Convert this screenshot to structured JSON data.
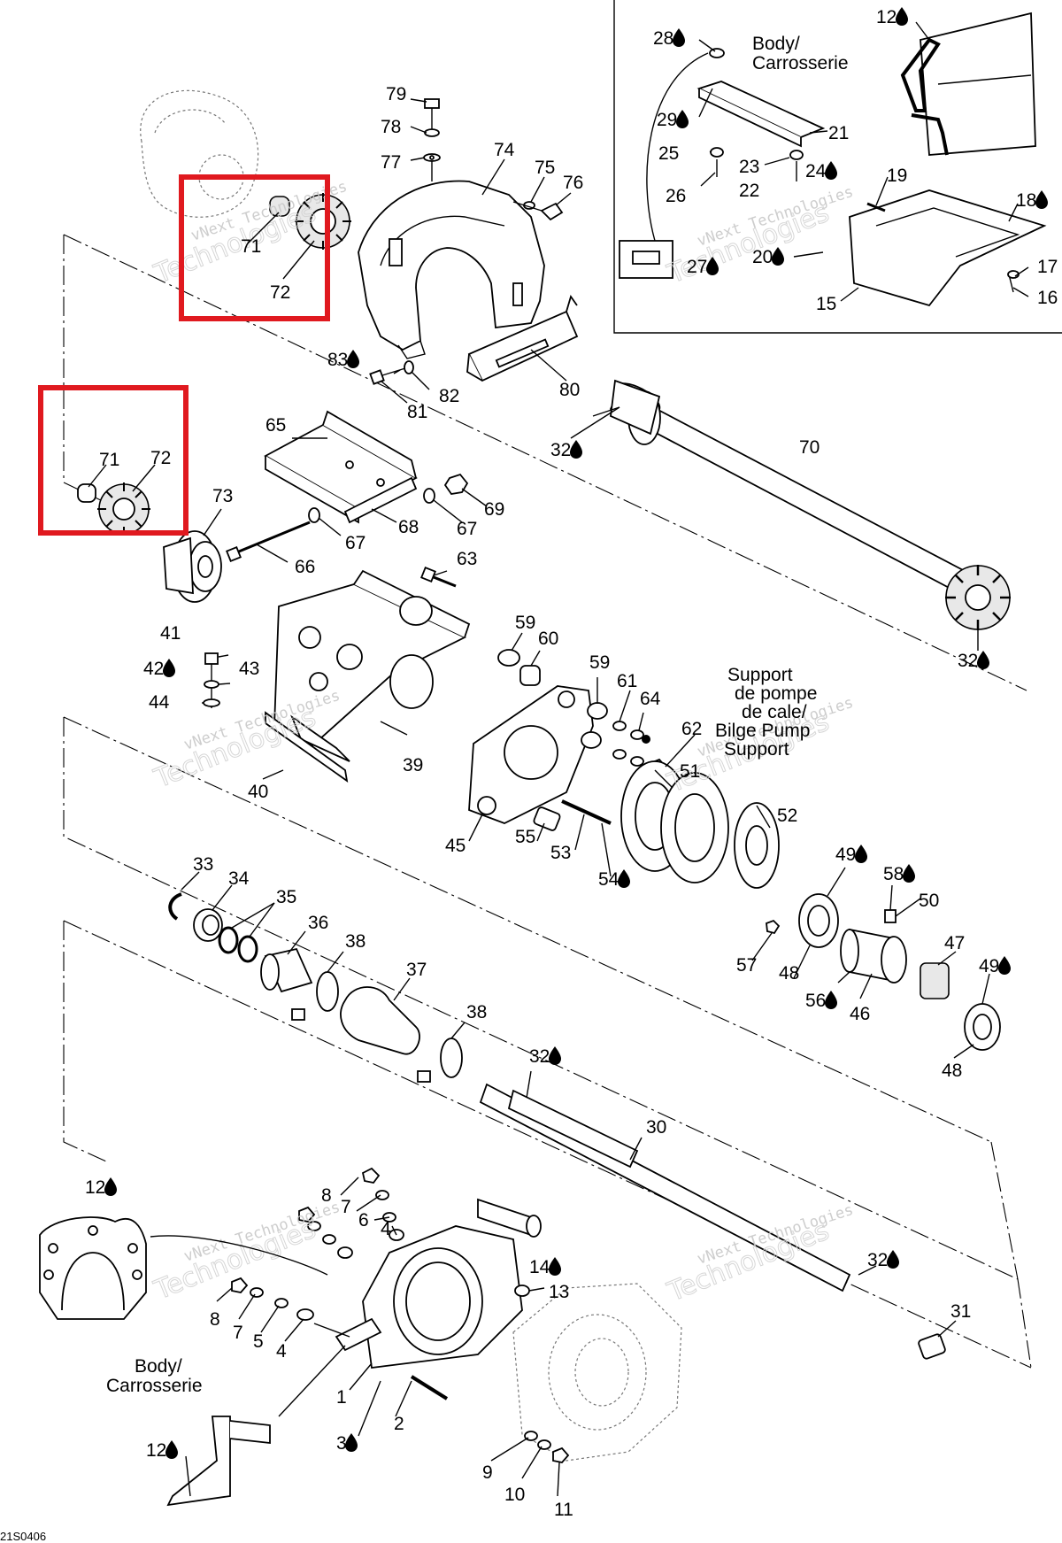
{
  "callouts": [
    {
      "id": "c79",
      "text": "79",
      "drop": false
    },
    {
      "id": "c78",
      "text": "78",
      "drop": false
    },
    {
      "id": "c77",
      "text": "77",
      "drop": false
    },
    {
      "id": "c74",
      "text": "74",
      "drop": false
    },
    {
      "id": "c75",
      "text": "75",
      "drop": false
    },
    {
      "id": "c76",
      "text": "76",
      "drop": false
    },
    {
      "id": "c71a",
      "text": "71",
      "drop": false
    },
    {
      "id": "c72a",
      "text": "72",
      "drop": false
    },
    {
      "id": "c83",
      "text": "83",
      "drop": true
    },
    {
      "id": "c81",
      "text": "81",
      "drop": false
    },
    {
      "id": "c82",
      "text": "82",
      "drop": false
    },
    {
      "id": "c80",
      "text": "80",
      "drop": false
    },
    {
      "id": "c65",
      "text": "65",
      "drop": false
    },
    {
      "id": "c71b",
      "text": "71",
      "drop": false
    },
    {
      "id": "c72b",
      "text": "72",
      "drop": false
    },
    {
      "id": "c73",
      "text": "73",
      "drop": false
    },
    {
      "id": "c66",
      "text": "66",
      "drop": false
    },
    {
      "id": "c67a",
      "text": "67",
      "drop": false
    },
    {
      "id": "c68",
      "text": "68",
      "drop": false
    },
    {
      "id": "c67b",
      "text": "67",
      "drop": false
    },
    {
      "id": "c69",
      "text": "69",
      "drop": false
    },
    {
      "id": "c32a",
      "text": "32",
      "drop": true
    },
    {
      "id": "c70",
      "text": "70",
      "drop": false
    },
    {
      "id": "c63",
      "text": "63",
      "drop": false
    },
    {
      "id": "c32b",
      "text": "32",
      "drop": true
    },
    {
      "id": "c41",
      "text": "41",
      "drop": false
    },
    {
      "id": "c42",
      "text": "42",
      "drop": true
    },
    {
      "id": "c43",
      "text": "43",
      "drop": false
    },
    {
      "id": "c44",
      "text": "44",
      "drop": false
    },
    {
      "id": "c40",
      "text": "40",
      "drop": false
    },
    {
      "id": "c39",
      "text": "39",
      "drop": false
    },
    {
      "id": "c59a",
      "text": "59",
      "drop": false
    },
    {
      "id": "c60",
      "text": "60",
      "drop": false
    },
    {
      "id": "c59b",
      "text": "59",
      "drop": false
    },
    {
      "id": "c61",
      "text": "61",
      "drop": false
    },
    {
      "id": "c64",
      "text": "64",
      "drop": false
    },
    {
      "id": "c62",
      "text": "62",
      "drop": false
    },
    {
      "id": "c51",
      "text": "51",
      "drop": false
    },
    {
      "id": "c52",
      "text": "52",
      "drop": false
    },
    {
      "id": "c45",
      "text": "45",
      "drop": false
    },
    {
      "id": "c55",
      "text": "55",
      "drop": false
    },
    {
      "id": "c53",
      "text": "53",
      "drop": false
    },
    {
      "id": "c54",
      "text": "54",
      "drop": true
    },
    {
      "id": "c49a",
      "text": "49",
      "drop": true
    },
    {
      "id": "c58",
      "text": "58",
      "drop": true
    },
    {
      "id": "c50",
      "text": "50",
      "drop": false
    },
    {
      "id": "c57",
      "text": "57",
      "drop": false
    },
    {
      "id": "c48a",
      "text": "48",
      "drop": false
    },
    {
      "id": "c47",
      "text": "47",
      "drop": false
    },
    {
      "id": "c49b",
      "text": "49",
      "drop": true
    },
    {
      "id": "c56",
      "text": "56",
      "drop": true
    },
    {
      "id": "c46",
      "text": "46",
      "drop": false
    },
    {
      "id": "c48b",
      "text": "48",
      "drop": false
    },
    {
      "id": "c33",
      "text": "33",
      "drop": false
    },
    {
      "id": "c34",
      "text": "34",
      "drop": false
    },
    {
      "id": "c35",
      "text": "35",
      "drop": false
    },
    {
      "id": "c36",
      "text": "36",
      "drop": false
    },
    {
      "id": "c38a",
      "text": "38",
      "drop": false
    },
    {
      "id": "c37",
      "text": "37",
      "drop": false
    },
    {
      "id": "c38b",
      "text": "38",
      "drop": false
    },
    {
      "id": "c32c",
      "text": "32",
      "drop": true
    },
    {
      "id": "c30",
      "text": "30",
      "drop": false
    },
    {
      "id": "c12a",
      "text": "12",
      "drop": true
    },
    {
      "id": "c8a",
      "text": "8",
      "drop": false
    },
    {
      "id": "c7a",
      "text": "7",
      "drop": false
    },
    {
      "id": "c6",
      "text": "6",
      "drop": false
    },
    {
      "id": "c4a",
      "text": "4",
      "drop": false
    },
    {
      "id": "c14",
      "text": "14",
      "drop": true
    },
    {
      "id": "c13",
      "text": "13",
      "drop": false
    },
    {
      "id": "c32d",
      "text": "32",
      "drop": true
    },
    {
      "id": "c31",
      "text": "31",
      "drop": false
    },
    {
      "id": "c8b",
      "text": "8",
      "drop": false
    },
    {
      "id": "c7b",
      "text": "7",
      "drop": false
    },
    {
      "id": "c5",
      "text": "5",
      "drop": false
    },
    {
      "id": "c4b",
      "text": "4",
      "drop": false
    },
    {
      "id": "c1",
      "text": "1",
      "drop": false
    },
    {
      "id": "c2",
      "text": "2",
      "drop": false
    },
    {
      "id": "c3",
      "text": "3",
      "drop": true
    },
    {
      "id": "c12b",
      "text": "12",
      "drop": true
    },
    {
      "id": "c9",
      "text": "9",
      "drop": false
    },
    {
      "id": "c10",
      "text": "10",
      "drop": false
    },
    {
      "id": "c11",
      "text": "11",
      "drop": false
    },
    {
      "id": "c12c",
      "text": "12",
      "drop": true
    },
    {
      "id": "c28",
      "text": "28",
      "drop": true
    },
    {
      "id": "c29",
      "text": "29",
      "drop": true
    },
    {
      "id": "c21",
      "text": "21",
      "drop": false
    },
    {
      "id": "c25",
      "text": "25",
      "drop": false
    },
    {
      "id": "c23",
      "text": "23",
      "drop": false
    },
    {
      "id": "c24",
      "text": "24",
      "drop": true
    },
    {
      "id": "c26",
      "text": "26",
      "drop": false
    },
    {
      "id": "c22",
      "text": "22",
      "drop": false
    },
    {
      "id": "c19",
      "text": "19",
      "drop": false
    },
    {
      "id": "c18",
      "text": "18",
      "drop": true
    },
    {
      "id": "c27",
      "text": "27",
      "drop": true
    },
    {
      "id": "c20",
      "text": "20",
      "drop": true
    },
    {
      "id": "c17",
      "text": "17",
      "drop": false
    },
    {
      "id": "c16",
      "text": "16",
      "drop": false
    },
    {
      "id": "c15",
      "text": "15",
      "drop": false
    }
  ],
  "labels": {
    "body_top_1": "Body/",
    "body_top_2": "Carrosserie",
    "body_bottom_1": "Body/",
    "body_bottom_2": "Carrosserie",
    "support_1": "Support",
    "support_2": "de pompe",
    "support_3": "de cale/",
    "support_4": "Bilge Pump",
    "support_5": "Support"
  },
  "watermark": {
    "line1": "vNext Technologies",
    "line2": "Technologies"
  },
  "diagram_code": "21S0406",
  "colors": {
    "highlight": "#e0191f",
    "ink": "#000000",
    "watermark": "#c8c8c8"
  }
}
